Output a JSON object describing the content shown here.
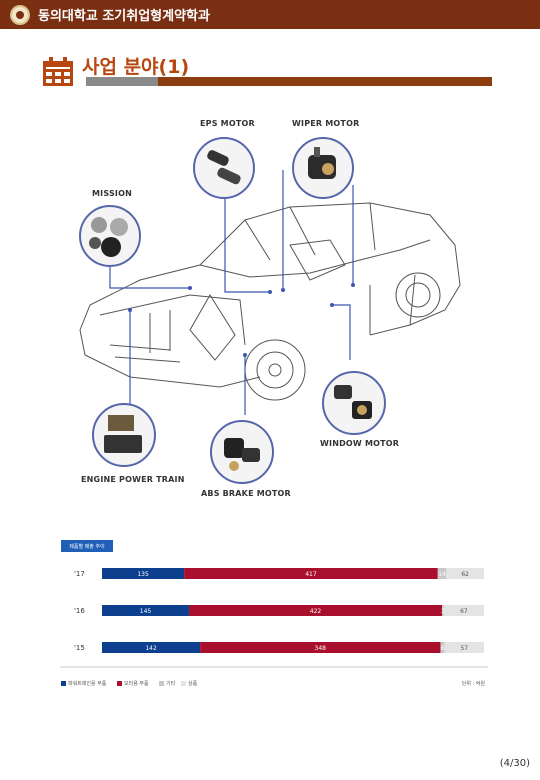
{
  "header": {
    "title": "동의대학교 조기취업형계약학과"
  },
  "section": {
    "title": "사업 분야(1)"
  },
  "diagram": {
    "labels": {
      "eps": "EPS MOTOR",
      "wiper": "WIPER MOTOR",
      "mission": "MISSION",
      "window": "WINDOW MOTOR",
      "engine": "ENGINE POWER TRAIN",
      "abs": "ABS BRAKE MOTOR"
    }
  },
  "chart_tag": "제품별 매출 추이",
  "chart_data": {
    "type": "bar",
    "orientation": "horizontal",
    "stacked": true,
    "categories": [
      "'17",
      "'16",
      "'15"
    ],
    "series": [
      {
        "name": "파워트레인용 부품",
        "color": "#0d3f8f",
        "values": [
          135,
          145,
          142
        ]
      },
      {
        "name": "모터용 부품",
        "color": "#a8102e",
        "values": [
          417,
          422,
          348
        ]
      },
      {
        "name": "기타",
        "color": "#c8c8c8",
        "values": [
          14,
          3,
          6
        ]
      },
      {
        "name": "상품",
        "color": "#e4e4e4",
        "values": [
          62,
          67,
          57
        ]
      }
    ],
    "unit": "단위 : 억원"
  },
  "page": {
    "number": "(4/30)"
  }
}
